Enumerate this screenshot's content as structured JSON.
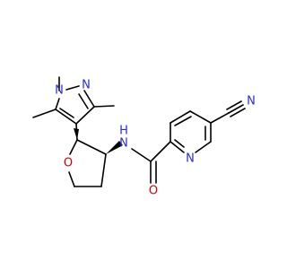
{
  "molecule": {
    "atom_labels": {
      "n_pyrazole_methyl": "N",
      "n_pyrazole_imine": "N",
      "o_oxolane": "O",
      "nh_amide": "N",
      "h_amide": "H",
      "o_carbonyl": "O",
      "n_pyridine": "N",
      "n_nitrile": "N"
    },
    "colors": {
      "carbon_bond": "#000000",
      "nitrogen": "#2b2bd9",
      "oxygen": "#d40000"
    }
  }
}
